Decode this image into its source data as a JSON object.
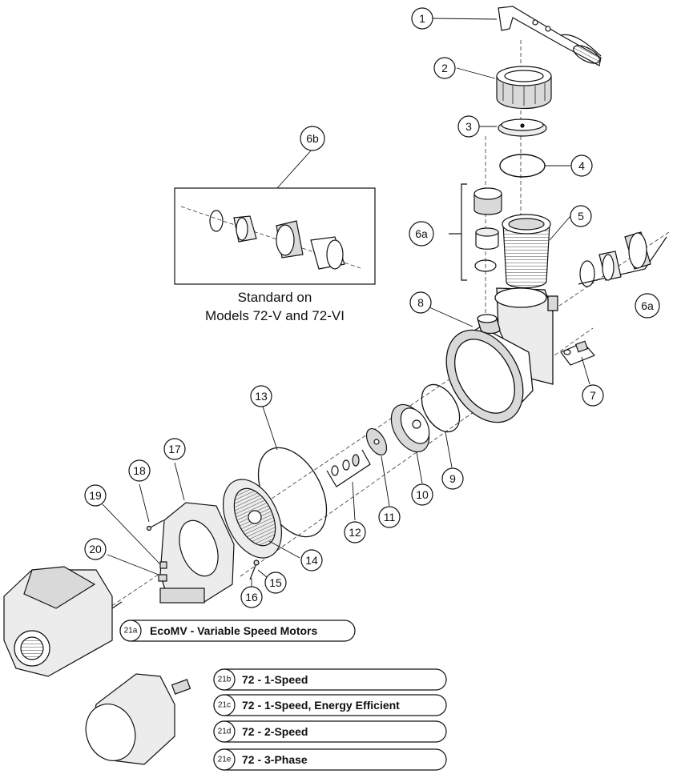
{
  "callouts": [
    {
      "id": "c1",
      "label": "1"
    },
    {
      "id": "c2",
      "label": "2"
    },
    {
      "id": "c3",
      "label": "3"
    },
    {
      "id": "c4",
      "label": "4"
    },
    {
      "id": "c5",
      "label": "5"
    },
    {
      "id": "c6a-left",
      "label": "6a"
    },
    {
      "id": "c6a-right",
      "label": "6a"
    },
    {
      "id": "c6b",
      "label": "6b"
    },
    {
      "id": "c7",
      "label": "7"
    },
    {
      "id": "c8",
      "label": "8"
    },
    {
      "id": "c9",
      "label": "9"
    },
    {
      "id": "c10",
      "label": "10"
    },
    {
      "id": "c11",
      "label": "11"
    },
    {
      "id": "c12",
      "label": "12"
    },
    {
      "id": "c13",
      "label": "13"
    },
    {
      "id": "c14",
      "label": "14"
    },
    {
      "id": "c15",
      "label": "15"
    },
    {
      "id": "c16",
      "label": "16"
    },
    {
      "id": "c17",
      "label": "17"
    },
    {
      "id": "c18",
      "label": "18"
    },
    {
      "id": "c19",
      "label": "19"
    },
    {
      "id": "c20",
      "label": "20"
    }
  ],
  "inset_caption": {
    "line1": "Standard on",
    "line2": "Models 72-V and 72-VI"
  },
  "motor_options": [
    {
      "tag": "21a",
      "label": "EcoMV - Variable Speed Motors"
    },
    {
      "tag": "21b",
      "label": "72 - 1-Speed"
    },
    {
      "tag": "21c",
      "label": "72 - 1-Speed, Energy Efficient"
    },
    {
      "tag": "21d",
      "label": "72 - 2-Speed"
    },
    {
      "tag": "21e",
      "label": "72 - 3-Phase"
    }
  ],
  "colors": {
    "line": "#111111",
    "fill": "#ffffff",
    "shade": "#d9d9d9",
    "dark": "#8a8a8a"
  }
}
